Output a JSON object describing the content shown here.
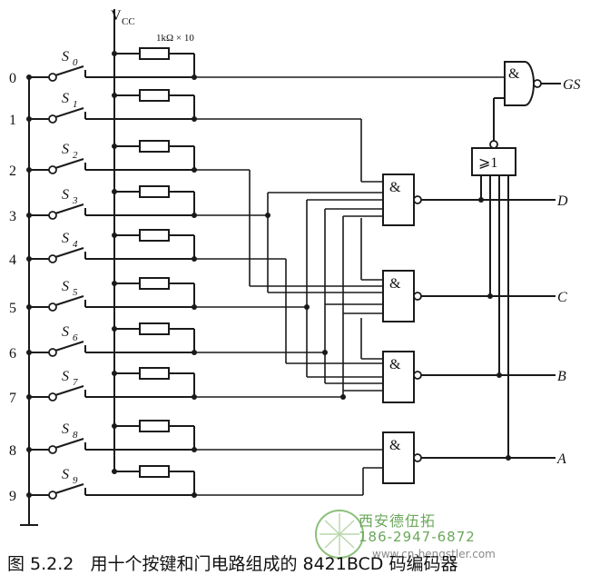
{
  "supply": {
    "vcc": "V",
    "vcc_sub": "CC",
    "resistors": "1kΩ × 10"
  },
  "inputs": [
    {
      "pin": "0",
      "switch": "S",
      "sub": "0"
    },
    {
      "pin": "1",
      "switch": "S",
      "sub": "1"
    },
    {
      "pin": "2",
      "switch": "S",
      "sub": "2"
    },
    {
      "pin": "3",
      "switch": "S",
      "sub": "3"
    },
    {
      "pin": "4",
      "switch": "S",
      "sub": "4"
    },
    {
      "pin": "5",
      "switch": "S",
      "sub": "5"
    },
    {
      "pin": "6",
      "switch": "S",
      "sub": "6"
    },
    {
      "pin": "7",
      "switch": "S",
      "sub": "7"
    },
    {
      "pin": "8",
      "switch": "S",
      "sub": "8"
    },
    {
      "pin": "9",
      "switch": "S",
      "sub": "9"
    }
  ],
  "gates": {
    "and_symbol": "&",
    "or_symbol": "⩾1"
  },
  "outputs": {
    "gs": "GS",
    "d": "D",
    "c": "C",
    "b": "B",
    "a": "A"
  },
  "caption": {
    "number": "图 5.2.2",
    "text": "用十个按键和门电路组成的 8421BCD 码编码器"
  },
  "watermark": {
    "company": "西安德伍拓",
    "phone": "186-2947-6872",
    "url": "www.cn-hengstler.com"
  }
}
